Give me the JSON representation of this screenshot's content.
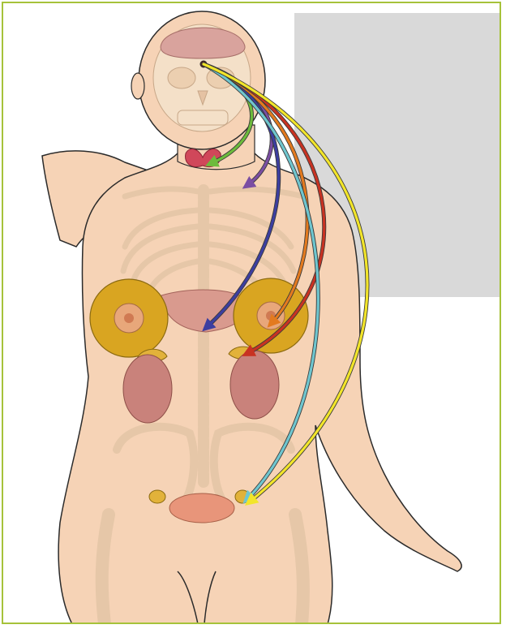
{
  "colors": {
    "frame_border": "#a6c23a",
    "panel": "#d9d9d9",
    "skin": "#f6d3b6",
    "skin_shade": "#efc29f",
    "outline": "#2b2b2b",
    "bone": "#f4e0c8",
    "breast_tissue": "#d9a521",
    "kidney": "#c9827b",
    "organ": "#d99a8e",
    "brain": "#d9a39d"
  },
  "hormone_arrows": [
    {
      "target": "thyroid",
      "color": "#6dbb3c"
    },
    {
      "target": "skin",
      "color": "#7b4ea3"
    },
    {
      "target": "liver",
      "color": "#3c3ea0"
    },
    {
      "target": "breast",
      "color": "#e37a1f"
    },
    {
      "target": "adrenal",
      "color": "#c83222"
    },
    {
      "target": "ovary",
      "color": "#6fc6cf"
    },
    {
      "target": "ovary",
      "color": "#f2e52a"
    }
  ]
}
